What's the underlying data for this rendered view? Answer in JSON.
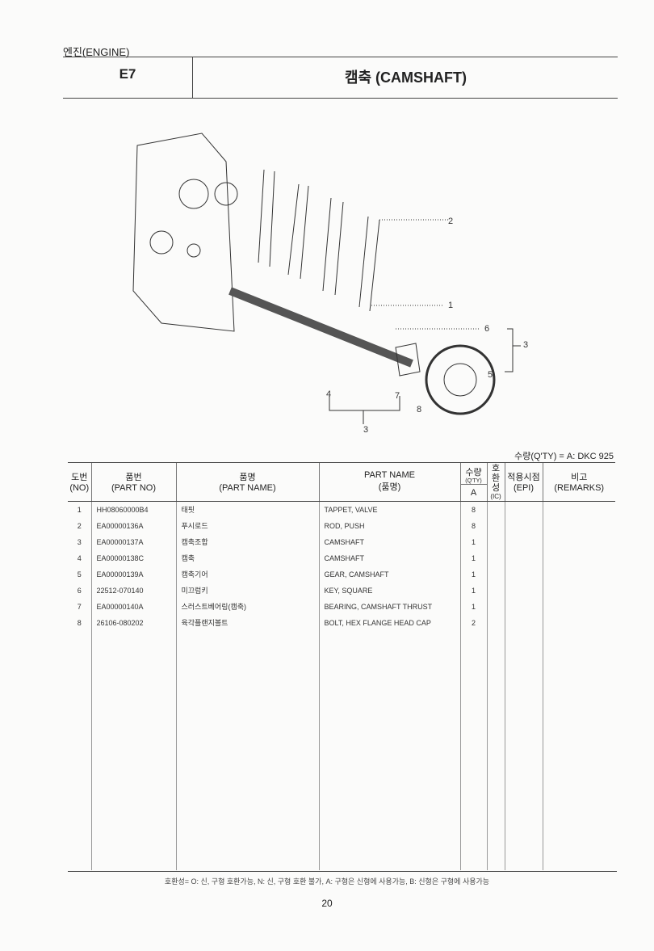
{
  "header": {
    "section": "엔진(ENGINE)",
    "code": "E7",
    "title": "캠축 (CAMSHAFT)"
  },
  "diagram": {
    "callouts": [
      "1",
      "2",
      "3",
      "4",
      "5",
      "6",
      "7",
      "8",
      "3"
    ]
  },
  "qty_note": "수량(Q'TY) = A: DKC 925",
  "table": {
    "headers": {
      "no_kr": "도번",
      "no_en": "(NO)",
      "partno_kr": "품번",
      "partno_en": "(PART NO)",
      "name_kr": "품명",
      "name_kr_en": "(PART NAME)",
      "partname": "PART NAME",
      "partname_kr": "(품명)",
      "qty_kr": "수량",
      "qty_en": "(Q'TY)",
      "qty_a": "A",
      "ic_kr": "호환성",
      "ic_en": "(IC)",
      "epi_kr": "적용시점",
      "epi_en": "(EPI)",
      "remarks_kr": "비고",
      "remarks_en": "(REMARKS)"
    },
    "rows": [
      {
        "no": "1",
        "part_no": "HH08060000B4",
        "name_kr": "태핏",
        "part_name": "TAPPET, VALVE",
        "qty": "8"
      },
      {
        "no": "2",
        "part_no": "EA00000136A",
        "name_kr": "푸시로드",
        "part_name": "ROD, PUSH",
        "qty": "8"
      },
      {
        "no": "3",
        "part_no": "EA00000137A",
        "name_kr": "캠축조합",
        "part_name": "CAMSHAFT",
        "qty": "1"
      },
      {
        "no": "4",
        "part_no": "EA00000138C",
        "name_kr": "캠축",
        "part_name": "CAMSHAFT",
        "qty": "1"
      },
      {
        "no": "5",
        "part_no": "EA00000139A",
        "name_kr": "캠축기어",
        "part_name": "GEAR, CAMSHAFT",
        "qty": "1"
      },
      {
        "no": "6",
        "part_no": "22512-070140",
        "name_kr": "미끄럼키",
        "part_name": "KEY, SQUARE",
        "qty": "1"
      },
      {
        "no": "7",
        "part_no": "EA00000140A",
        "name_kr": "스러스트베어링(캠축)",
        "part_name": "BEARING, CAMSHAFT THRUST",
        "qty": "1"
      },
      {
        "no": "8",
        "part_no": "26106-080202",
        "name_kr": "육각플랜지볼트",
        "part_name": "BOLT, HEX FLANGE HEAD CAP",
        "qty": "2"
      }
    ]
  },
  "footer_note": "호환성= O: 신, 구형 호환가능, N: 신, 구형 호환 불가, A: 구형은 신형에 사용가능, B: 신형은 구형에 사용가능",
  "page_number": "20"
}
